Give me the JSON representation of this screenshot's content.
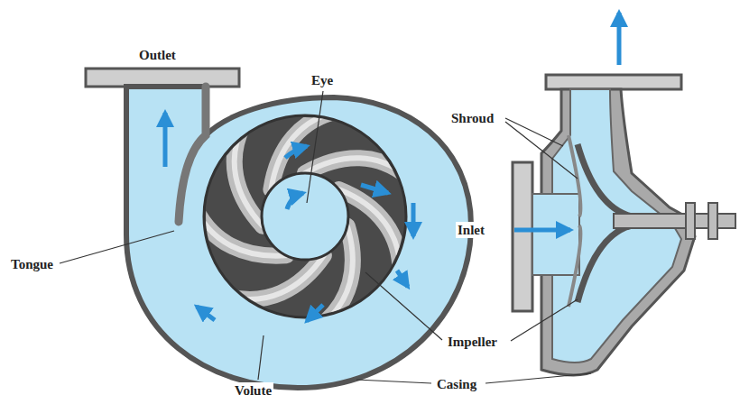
{
  "diagram": {
    "labels": [
      "Outlet",
      "Eye",
      "Shroud",
      "Inlet",
      "Tongue",
      "Impeller",
      "Volute",
      "Casing"
    ]
  }
}
